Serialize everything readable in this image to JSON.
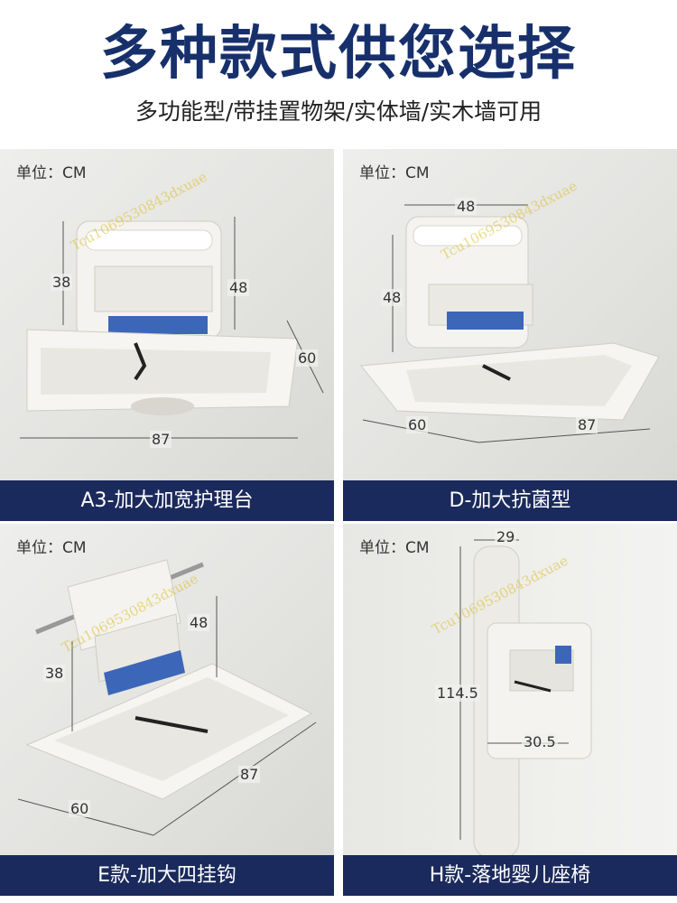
{
  "header": {
    "title": "多种款式供您选择",
    "subtitle": "多功能型/带挂置物架/实体墙/实木墙可用"
  },
  "products": [
    {
      "caption": "A3-加大加宽护理台",
      "unit": "单位：CM",
      "dims": {
        "height": "38",
        "depth_top": "48",
        "depth": "60",
        "width": "87"
      }
    },
    {
      "caption": "D-加大抗菌型",
      "unit": "单位：CM",
      "dims": {
        "top": "48",
        "height": "48",
        "depth": "60",
        "width": "87"
      }
    },
    {
      "caption": "E款-加大四挂钩",
      "unit": "单位：CM",
      "dims": {
        "height": "38",
        "depth_top": "48",
        "depth": "60",
        "width": "87"
      }
    },
    {
      "caption": "H款-落地婴儿座椅",
      "unit": "单位：CM",
      "dims": {
        "top": "29",
        "height": "114.5",
        "seat": "30.5"
      }
    }
  ],
  "watermark": "Tcu1069530843dxuae"
}
